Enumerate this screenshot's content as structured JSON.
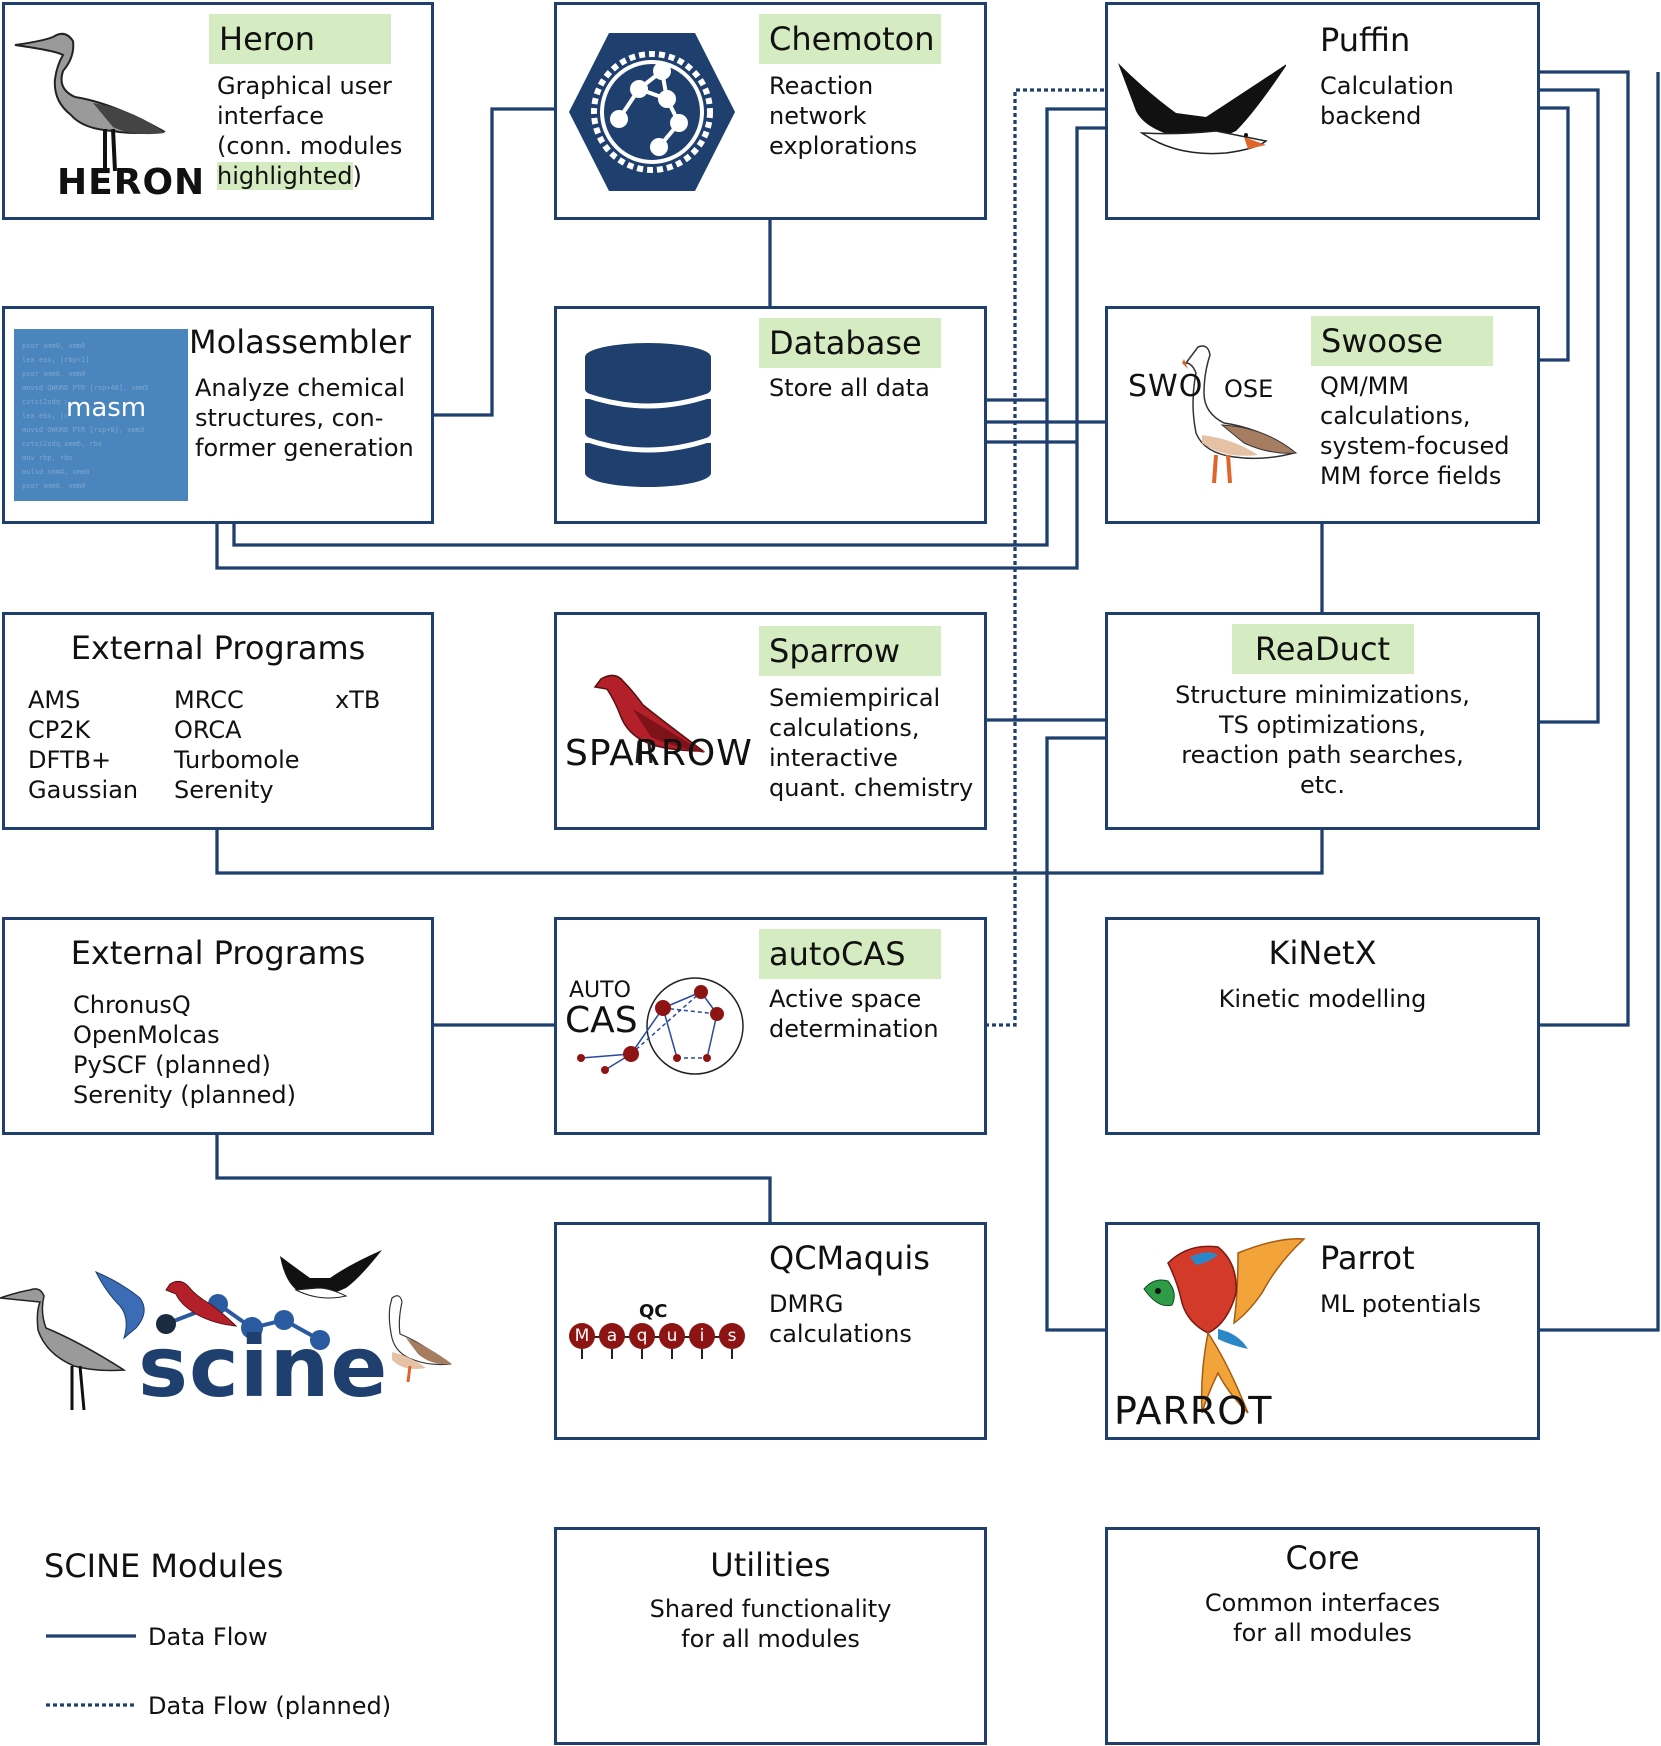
{
  "modules": {
    "heron": {
      "name": "Heron",
      "desc_lines": "Graphical user\ninterface\n(conn. modules",
      "desc_highlight": "highlighted",
      "desc_tail": ")",
      "logo_text": "HERON"
    },
    "chemoton": {
      "name": "Chemoton",
      "desc": "Reaction\nnetwork\nexplorations"
    },
    "puffin": {
      "name": "Puffin",
      "desc": "Calculation\nbackend"
    },
    "molassembler": {
      "name": "Molassembler",
      "desc": "Analyze chemical\nstructures, con-\nformer generation",
      "logo_text": "masm"
    },
    "database": {
      "name": "Database",
      "desc": "Store all data"
    },
    "swoose": {
      "name": "Swoose",
      "desc": "QM/MM\ncalculations,\nsystem-focused\nMM force fields",
      "logo_text_a": "SWO",
      "logo_text_b": "OSE"
    },
    "external1": {
      "name": "External Programs",
      "col1": "AMS\nCP2K\nDFTB+\nGaussian",
      "col2": "MRCC\nORCA\nTurbomole\nSerenity",
      "col3": "xTB"
    },
    "sparrow": {
      "name": "Sparrow",
      "desc": "Semiempirical\ncalculations,\ninteractive\nquant. chemistry",
      "logo_text": "SPARROW"
    },
    "readuct": {
      "name": "ReaDuct",
      "desc": "Structure minimizations,\nTS optimizations,\nreaction path searches,\netc."
    },
    "external2": {
      "name": "External Programs",
      "desc": "ChronusQ\nOpenMolcas\nPySCF (planned)\nSerenity (planned)"
    },
    "autocas": {
      "name": "autoCAS",
      "desc": "Active space\ndetermination",
      "logo_top": "AUTO",
      "logo_bottom": "CAS"
    },
    "kinetx": {
      "name": "KiNetX",
      "desc": "Kinetic modelling"
    },
    "qcmaquis": {
      "name": "QCMaquis",
      "desc": "DMRG\ncalculations",
      "logo_top": "QC",
      "logo_letters": [
        "M",
        "a",
        "q",
        "u",
        "i",
        "s"
      ]
    },
    "parrot": {
      "name": "Parrot",
      "desc": "ML potentials",
      "logo_text": "PARROT"
    },
    "utilities": {
      "name": "Utilities",
      "desc": "Shared functionality\nfor all modules"
    },
    "core": {
      "name": "Core",
      "desc": "Common interfaces\nfor all modules"
    }
  },
  "scine_logo": {
    "text": "scine"
  },
  "legend": {
    "title": "SCINE Modules",
    "items": [
      {
        "label": "Data Flow",
        "style": "solid"
      },
      {
        "label": "Data Flow (planned)",
        "style": "dotted"
      }
    ]
  },
  "colors": {
    "line": "#1f3f6f",
    "highlight": "#d5ecc2",
    "navy": "#1f3f6f",
    "masm_bg": "#4a86bd",
    "dark_red": "#8e1414"
  }
}
